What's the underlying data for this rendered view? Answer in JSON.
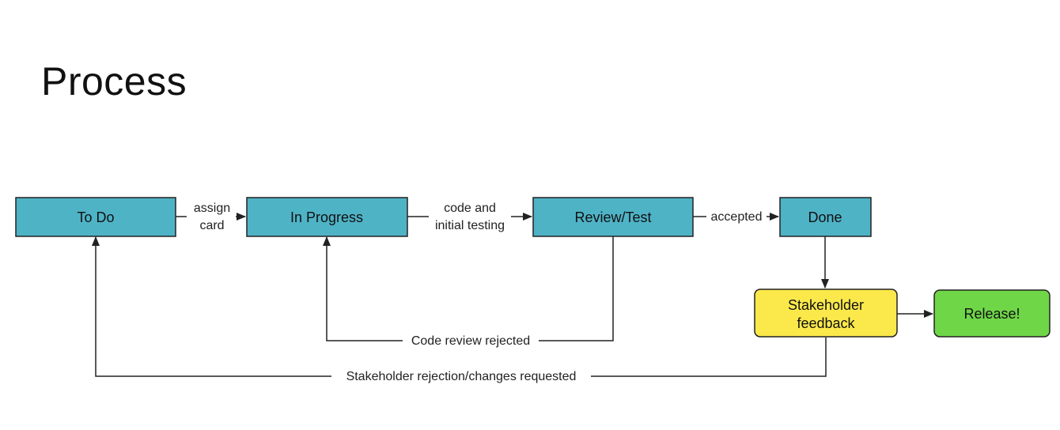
{
  "title": "Process",
  "colors": {
    "stage_fill": "#4fb3c6",
    "feedback_fill": "#fbe94b",
    "release_fill": "#6fd648",
    "border": "#222222"
  },
  "nodes": {
    "todo": "To Do",
    "in_progress": "In Progress",
    "review_test": "Review/Test",
    "done": "Done",
    "stakeholder_feedback": [
      "Stakeholder",
      "feedback"
    ],
    "release": "Release!"
  },
  "edges": {
    "assign_card": [
      "assign",
      "card"
    ],
    "code_initial_testing": [
      "code and",
      "initial testing"
    ],
    "accepted": "accepted",
    "code_review_rejected": "Code review rejected",
    "stakeholder_rejection": "Stakeholder rejection/changes requested"
  }
}
